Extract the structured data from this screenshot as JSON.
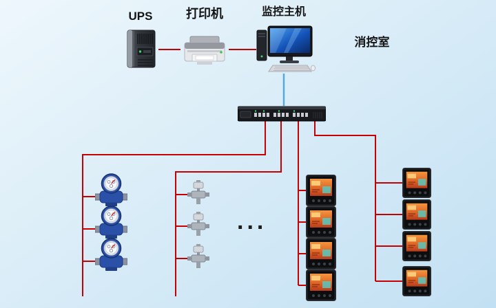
{
  "labels": {
    "ups": "UPS",
    "printer": "打印机",
    "monitor_host": "监控主机",
    "control_room": "消控室",
    "ellipsis": "..."
  },
  "colors": {
    "background_top": "#eef7fc",
    "background_bottom": "#c2e0f3",
    "wire_red": "#c40000",
    "wire_blue": "#58a8d8",
    "water_meter_blue": "#2b50a8",
    "meter_screen_orange": "#e06a28"
  },
  "devices": {
    "control_room_row": [
      "ups-tower",
      "laser-printer",
      "monitoring-host-computer"
    ],
    "collector": "rack-data-collector",
    "left_branch": {
      "type": "water-meter",
      "count": 3
    },
    "middle_branch": {
      "type": "valve-sensor",
      "count": 3
    },
    "right_branch_1": {
      "type": "power-meter",
      "count": 4
    },
    "right_branch_2": {
      "type": "power-meter",
      "count": 4
    }
  }
}
